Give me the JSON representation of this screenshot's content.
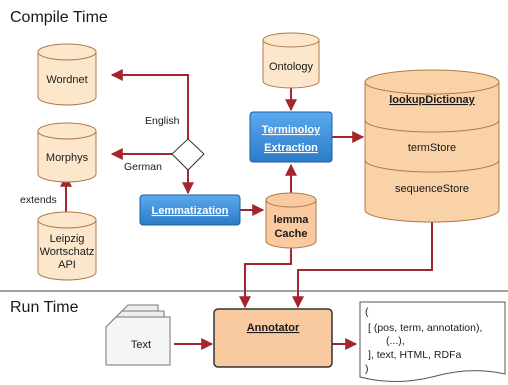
{
  "sections": {
    "compile_time": "Compile Time",
    "run_time": "Run Time"
  },
  "databases": {
    "wordnet": "Wordnet",
    "morphys": "Morphys",
    "leipzig": [
      "Leipzig",
      "Wortschatz",
      "API"
    ],
    "ontology": "Ontology",
    "lemma_cache": [
      "lemma",
      "Cache"
    ]
  },
  "lookup_dictionary": {
    "title": "lookupDictionay",
    "stores": [
      "termStore",
      "sequenceStore"
    ]
  },
  "processes": {
    "terminology_extraction": [
      "Terminoloy",
      "Extraction"
    ],
    "lemmatization": "Lemmatization",
    "annotator": "Annotator"
  },
  "edge_labels": {
    "english": "English",
    "german": "German",
    "extends": "extends"
  },
  "input_document": "Text",
  "output_lines": [
    "(",
    "[ (pos, term, annotation),",
    "(...),",
    "], text, HTML, RDFa",
    ")"
  ],
  "colors": {
    "cylinder_fill": "#fce7cc",
    "cylinder_stroke": "#b0794a",
    "lookup_fill": "#f9d2a8",
    "process_fill": "#3a8fd9",
    "process_stroke": "#1f5e9c",
    "annotator_fill": "#f9c9a0",
    "arrow": "#a4262c",
    "separator": "#444444"
  }
}
